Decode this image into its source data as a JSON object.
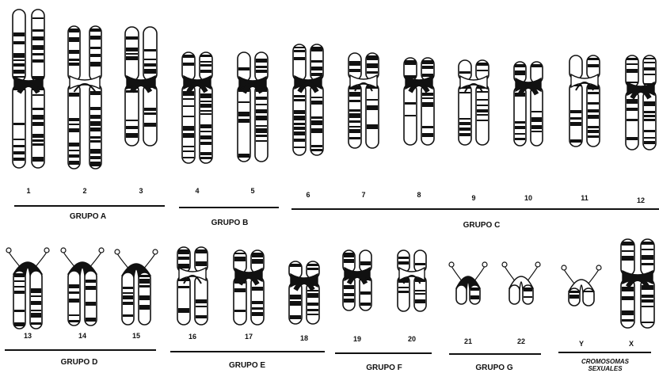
{
  "colors": {
    "ink": "#111111",
    "paper": "#ffffff"
  },
  "row1": {
    "numbers": [
      "1",
      "2",
      "3",
      "4",
      "5",
      "6",
      "7",
      "8",
      "9",
      "10",
      "11",
      "12"
    ],
    "groups": [
      {
        "label": "GRUPO A"
      },
      {
        "label": "GRUPO B"
      },
      {
        "label": "GRUPO C"
      }
    ]
  },
  "row2": {
    "numbers": [
      "13",
      "14",
      "15",
      "16",
      "17",
      "18",
      "19",
      "20",
      "21",
      "22",
      "Y",
      "X"
    ],
    "groups": [
      {
        "label": "GRUPO D"
      },
      {
        "label": "GRUPO E"
      },
      {
        "label": "GRUPO F"
      },
      {
        "label": "GRUPO G"
      },
      {
        "label": "CROMOSOMAS SEXUALES",
        "lines": [
          "CROMOSOMAS",
          "SEXUALES"
        ]
      }
    ]
  }
}
